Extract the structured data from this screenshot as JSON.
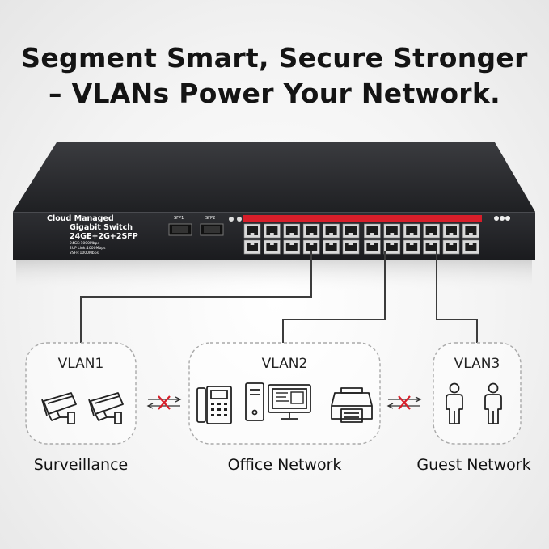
{
  "headline": {
    "line1": "Segment Smart, Secure Stronger",
    "line2": "– VLANs Power Your Network."
  },
  "device": {
    "line1": "Cloud Managed",
    "line2": "Gigabit Switch",
    "line3": "24GE+2G+2SFP",
    "spec1": "24GE:1000Mbps",
    "spec2": "2UP Link:1000Mbps",
    "spec3": "2SFP:1000Mbps",
    "sfp1": "SFP1",
    "sfp2": "SFP2"
  },
  "vlans": [
    {
      "name": "VLAN1",
      "group": "Surveillance",
      "icons": [
        "security-camera-icon",
        "security-camera-icon"
      ]
    },
    {
      "name": "VLAN2",
      "group": "Office Network",
      "icons": [
        "desk-phone-icon",
        "desktop-computer-icon",
        "printer-icon"
      ]
    },
    {
      "name": "VLAN3",
      "group": "Guest Network",
      "icons": [
        "person-icon",
        "person-icon"
      ]
    }
  ],
  "colors": {
    "switch_body": "#2c2d30",
    "port_strip": "#d81e2a",
    "blocked_cross": "#d81e2a"
  }
}
